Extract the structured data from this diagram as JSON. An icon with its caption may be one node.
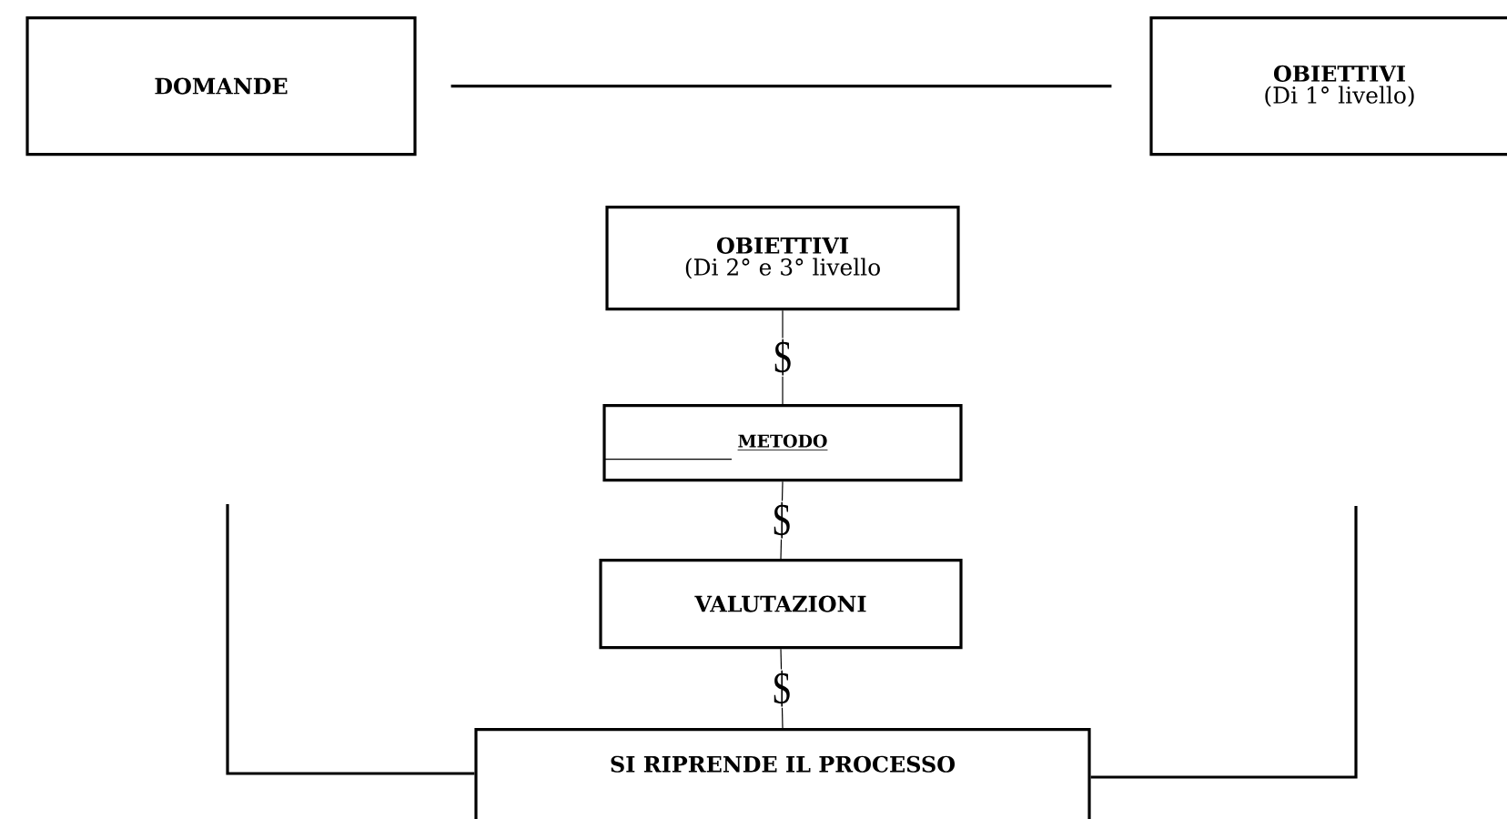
{
  "diagram": {
    "nodes": [
      {
        "text": [
          "DOMANDE"
        ]
      },
      {
        "text": [
          "OBIETTIVI",
          "(Di 1° livello)"
        ]
      },
      {
        "text": [
          "OBIETTIVI",
          "(Di 2° e 3° livello"
        ]
      },
      {
        "text": [
          "METODO"
        ]
      },
      {
        "text": [
          "VALUTAZIONI"
        ]
      },
      {
        "text": [
          "SI RIPRENDE IL PROCESSO"
        ]
      }
    ],
    "edges": [
      {
        "from": 0,
        "to": 1,
        "arrow": "none"
      },
      {
        "from": 2,
        "to": 3,
        "arrow": "none",
        "label": "$"
      },
      {
        "from": 3,
        "to": 4,
        "arrow": "none",
        "label": "$"
      },
      {
        "from": 4,
        "to": 5,
        "arrow": "none",
        "label": "$"
      },
      {
        "from": 5,
        "to": null,
        "arrow": "none"
      },
      {
        "from": 5,
        "to": null,
        "arrow": "none"
      }
    ]
  }
}
